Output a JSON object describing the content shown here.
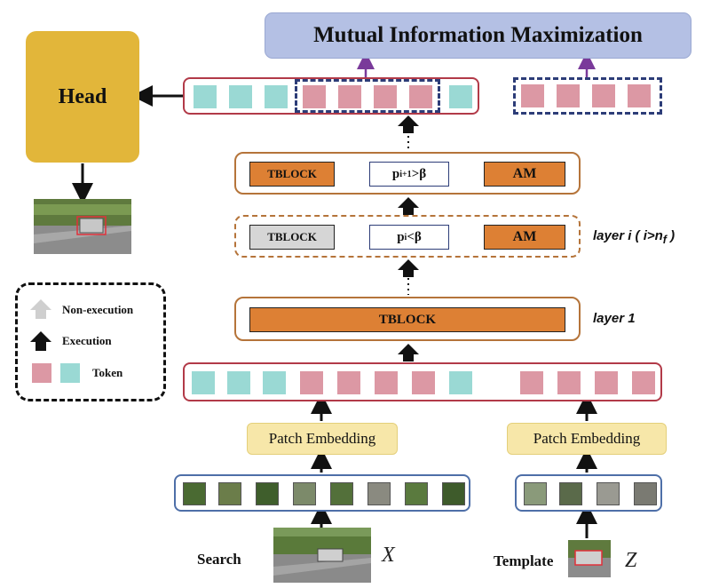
{
  "mim_title": "Mutual Information Maximization",
  "head_label": "Head",
  "top_layer": {
    "tblock": "TBLOCK",
    "condition_base": "p",
    "condition_sup": "i+1",
    "condition_rel": ">β",
    "am": "AM"
  },
  "pruned_layer": {
    "tblock": "TBLOCK",
    "condition_base": "p",
    "condition_sup": "i",
    "condition_rel": "<β",
    "am": "AM",
    "label_prefix": "layer i  ( i>n",
    "label_sub": "f",
    "label_suffix": " )"
  },
  "first_layer": {
    "tblock": "TBLOCK",
    "label": "layer 1"
  },
  "patch_embedding_search": "Patch Embedding",
  "patch_embedding_template": "Patch Embedding",
  "search_label": "Search",
  "search_var": "X",
  "template_label": "Template",
  "template_var": "Z",
  "legend": {
    "non_execution": "Non-execution",
    "execution": "Execution",
    "token": "Token"
  },
  "colors": {
    "search_token": "#dc98a4",
    "template_token": "#9ad9d4",
    "tblock": "#dd8034",
    "am": "#dd8034",
    "head": "#e2b63a",
    "mim": "#b4c0e4",
    "patch_embedding": "#f7e7a9"
  },
  "icons": [
    "black-arrow-up-icon",
    "grey-arrow-up-icon",
    "black-arrow-left-icon",
    "purple-arrow-up-icon",
    "dotted-continuation-icon"
  ]
}
